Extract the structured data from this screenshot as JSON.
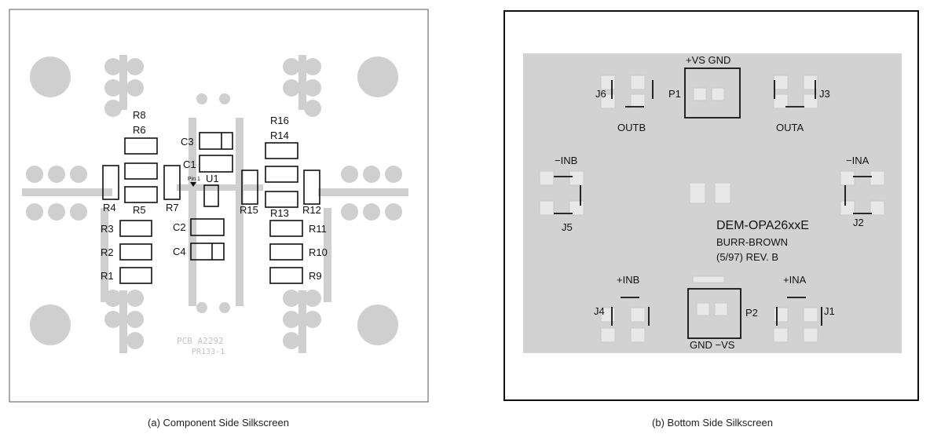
{
  "panels": [
    {
      "caption": "(a) Component Side Silkscreen",
      "pcb_marking_line1": "PCB A2292",
      "pcb_marking_line2": "PR133-1",
      "pin_marker": "Pin 1",
      "components": [
        "R8",
        "R6",
        "C3",
        "C1",
        "R16",
        "R14",
        "R4",
        "R5",
        "R7",
        "U1",
        "R15",
        "R13",
        "R12",
        "R3",
        "C2",
        "R11",
        "R2",
        "C4",
        "R10",
        "R1",
        "R9"
      ]
    },
    {
      "caption": "(b) Bottom Side Silkscreen",
      "connectors": [
        "J6",
        "P1",
        "J3",
        "J5",
        "J2",
        "J4",
        "P2",
        "J1"
      ],
      "labels": {
        "p1_top": "+VS GND",
        "outb": "OUTB",
        "outa": "OUTA",
        "minus_inb": "−INB",
        "minus_ina": "−INA",
        "board_name": "DEM-OPA26xxE",
        "maker": "BURR-BROWN",
        "revision": "(5/97) REV. B",
        "plus_inb": "+INB",
        "plus_ina": "+INA",
        "p2_bottom": "GND −VS"
      }
    }
  ],
  "colors": {
    "pad_gray": "#cfcfcf",
    "silkscreen": "#111111"
  }
}
